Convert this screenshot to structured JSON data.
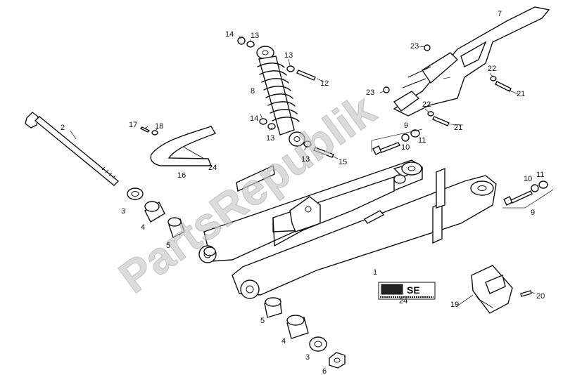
{
  "watermark": "PartsRepublik",
  "logo_text": "SE",
  "callouts": [
    {
      "id": "c1",
      "label": "1"
    },
    {
      "id": "c2",
      "label": "2"
    },
    {
      "id": "c3a",
      "label": "3"
    },
    {
      "id": "c3b",
      "label": "3"
    },
    {
      "id": "c4a",
      "label": "4"
    },
    {
      "id": "c4b",
      "label": "4"
    },
    {
      "id": "c5a",
      "label": "5"
    },
    {
      "id": "c5b",
      "label": "5"
    },
    {
      "id": "c6",
      "label": "6"
    },
    {
      "id": "c7",
      "label": "7"
    },
    {
      "id": "c8",
      "label": "8"
    },
    {
      "id": "c9a",
      "label": "9"
    },
    {
      "id": "c9b",
      "label": "9"
    },
    {
      "id": "c10a",
      "label": "10"
    },
    {
      "id": "c10b",
      "label": "10"
    },
    {
      "id": "c11a",
      "label": "11"
    },
    {
      "id": "c11b",
      "label": "11"
    },
    {
      "id": "c12",
      "label": "12"
    },
    {
      "id": "c13a",
      "label": "13"
    },
    {
      "id": "c13b",
      "label": "13"
    },
    {
      "id": "c13c",
      "label": "13"
    },
    {
      "id": "c13d",
      "label": "13"
    },
    {
      "id": "c14a",
      "label": "14"
    },
    {
      "id": "c14b",
      "label": "14"
    },
    {
      "id": "c15",
      "label": "15"
    },
    {
      "id": "c16",
      "label": "16"
    },
    {
      "id": "c17",
      "label": "17"
    },
    {
      "id": "c18",
      "label": "18"
    },
    {
      "id": "c19",
      "label": "19"
    },
    {
      "id": "c20",
      "label": "20"
    },
    {
      "id": "c21a",
      "label": "21"
    },
    {
      "id": "c21b",
      "label": "21"
    },
    {
      "id": "c22a",
      "label": "22"
    },
    {
      "id": "c22b",
      "label": "22"
    },
    {
      "id": "c23a",
      "label": "23"
    },
    {
      "id": "c23b",
      "label": "23"
    },
    {
      "id": "c24a",
      "label": "24"
    },
    {
      "id": "c24b",
      "label": "24"
    }
  ]
}
